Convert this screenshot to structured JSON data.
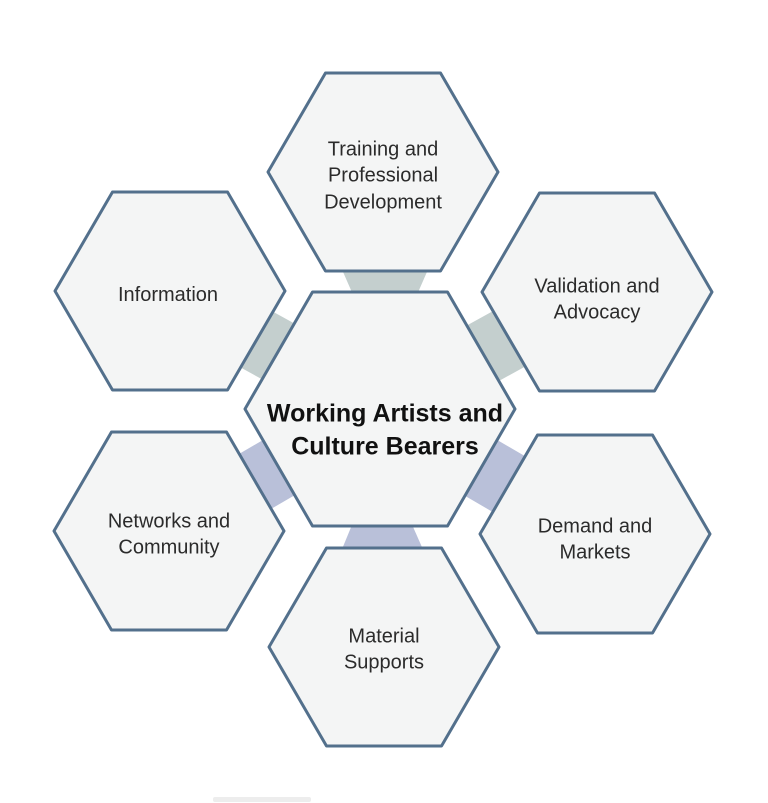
{
  "colors": {
    "hex_fill": "#f4f5f5",
    "hex_border": "#53708c",
    "connector_teal": "#c4cfce",
    "connector_purple": "#b9c0d9",
    "text": "#2b2b2b",
    "center_text": "#111111"
  },
  "center_node": {
    "label": "Working Artists and\nCulture Bearers"
  },
  "nodes": [
    {
      "id": "training",
      "position": "top",
      "label": "Training and\nProfessional\nDevelopment"
    },
    {
      "id": "validation",
      "position": "top-right",
      "label": "Validation and\nAdvocacy"
    },
    {
      "id": "demand",
      "position": "bottom-right",
      "label": "Demand and\nMarkets"
    },
    {
      "id": "material",
      "position": "bottom",
      "label": "Material\nSupports"
    },
    {
      "id": "networks",
      "position": "bottom-left",
      "label": "Networks and\nCommunity"
    },
    {
      "id": "information",
      "position": "top-left",
      "label": "Information"
    }
  ]
}
